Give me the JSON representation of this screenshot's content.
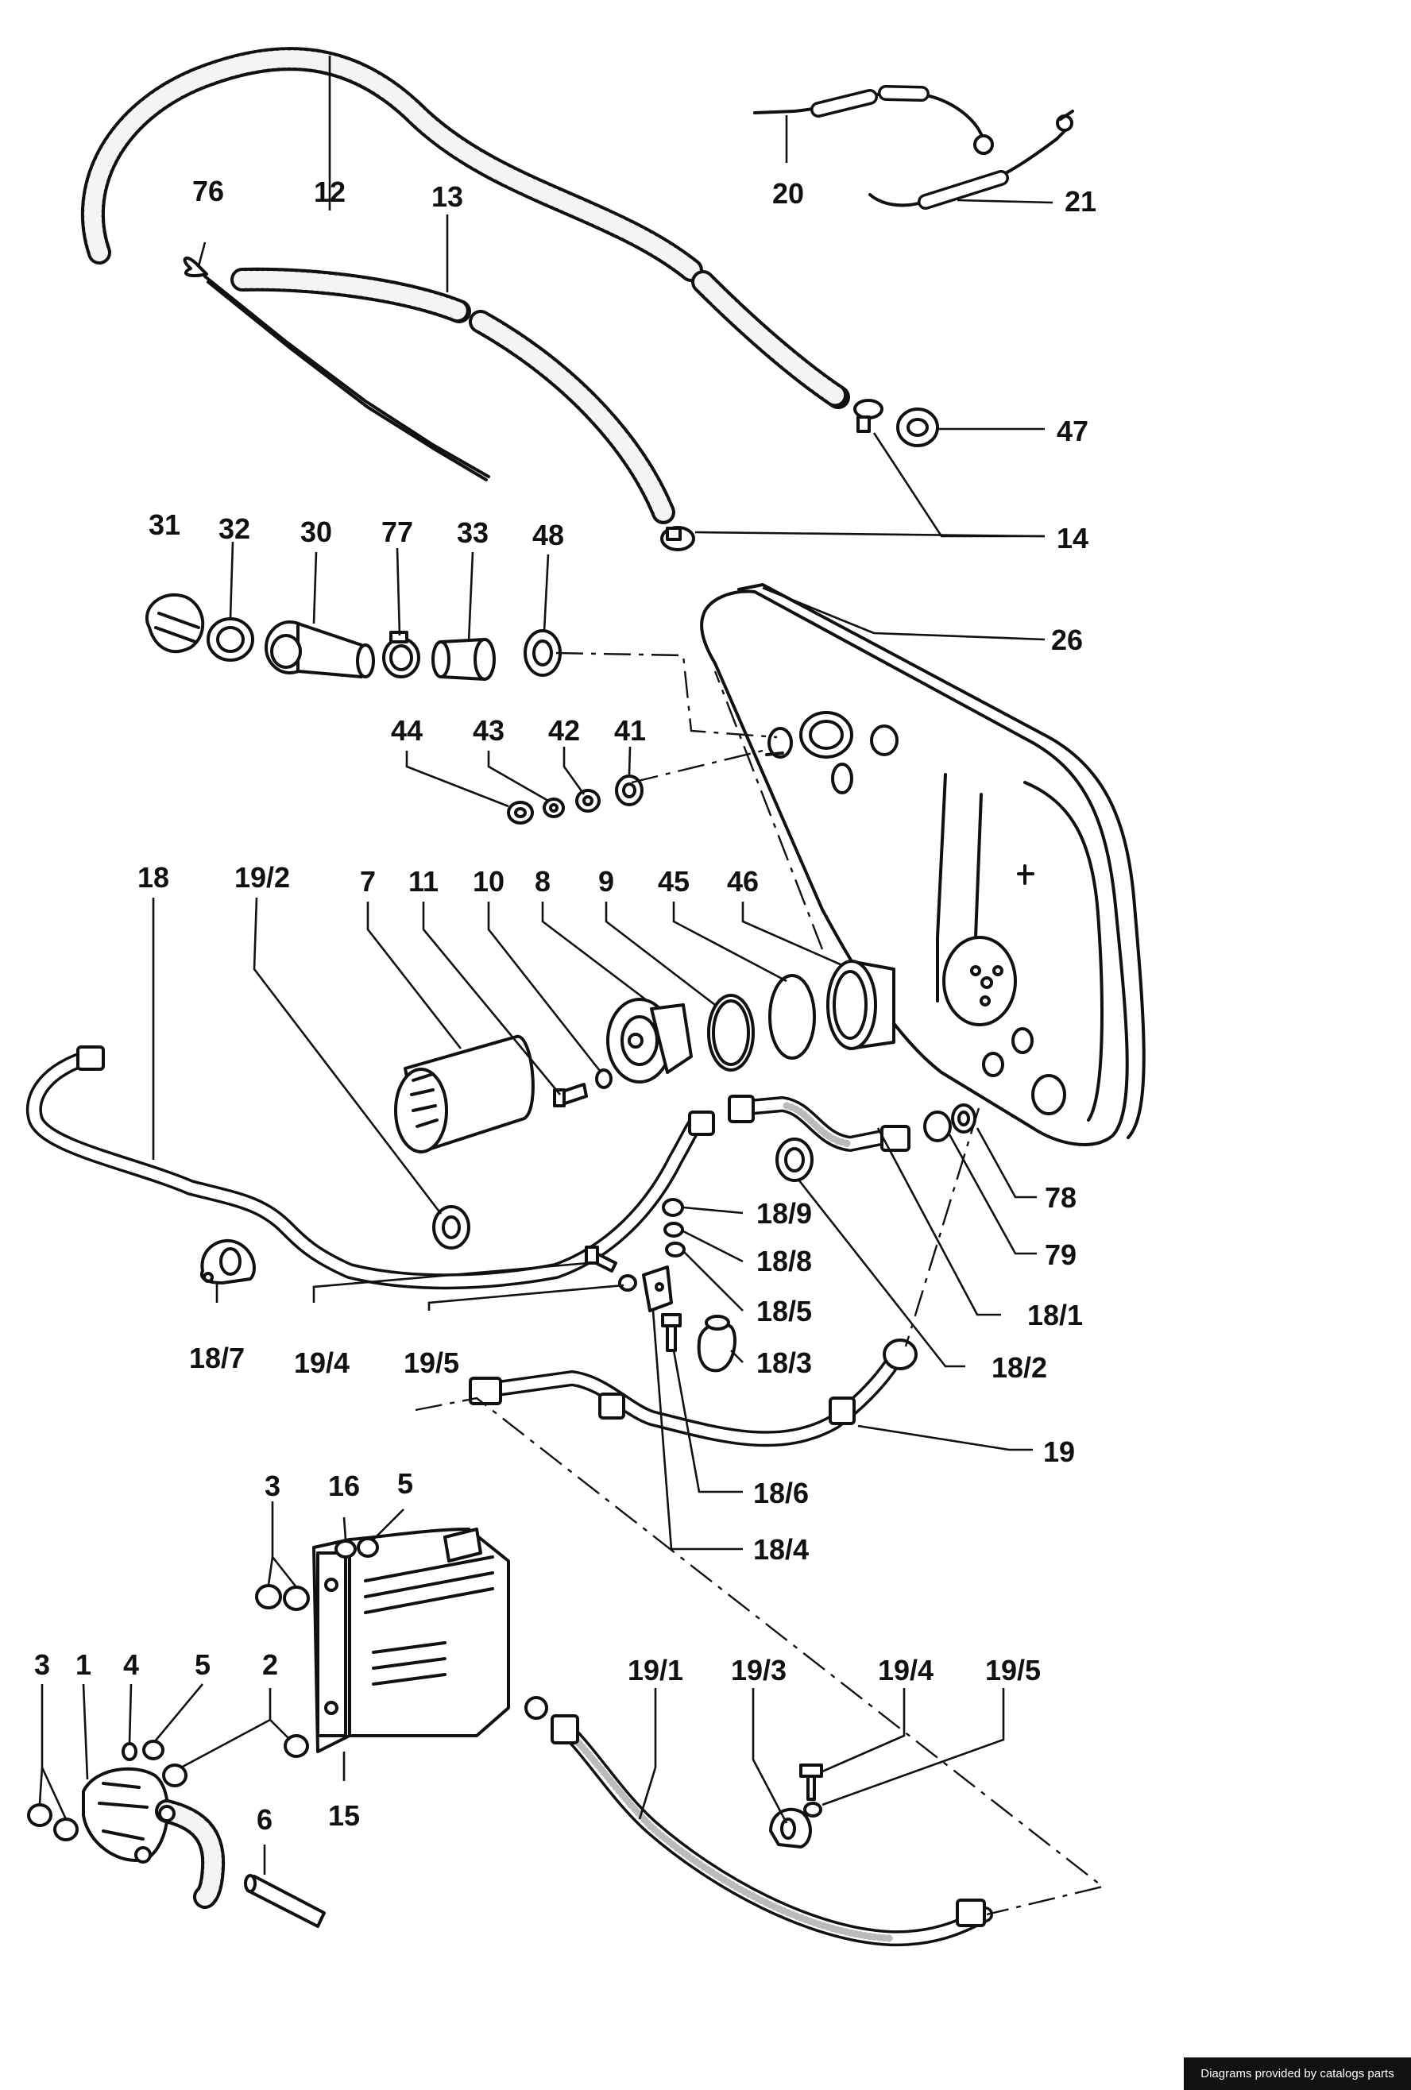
{
  "callouts": {
    "c12": "12",
    "c13": "13",
    "c76": "76",
    "c20": "20",
    "c21": "21",
    "c47": "47",
    "c14": "14",
    "c31": "31",
    "c32": "32",
    "c30": "30",
    "c77": "77",
    "c33": "33",
    "c48": "48",
    "c26": "26",
    "c44": "44",
    "c43": "43",
    "c42": "42",
    "c41": "41",
    "c18": "18",
    "c19_2": "19/2",
    "c7": "7",
    "c11": "11",
    "c10": "10",
    "c8": "8",
    "c9": "9",
    "c45": "45",
    "c46": "46",
    "c78": "78",
    "c79": "79",
    "c18_9": "18/9",
    "c18_8": "18/8",
    "c18_5": "18/5",
    "c18_1": "18/1",
    "c18_3": "18/3",
    "c18_2": "18/2",
    "c18_7": "18/7",
    "c19_4": "19/4",
    "c19_5": "19/5",
    "c19": "19",
    "c18_6": "18/6",
    "c18_4": "18/4",
    "c3a": "3",
    "c16": "16",
    "c5a": "5",
    "c3b": "3",
    "c1": "1",
    "c4": "4",
    "c5b": "5",
    "c2": "2",
    "c15": "15",
    "c6": "6",
    "c19_1": "19/1",
    "c19_3": "19/3",
    "c19_4b": "19/4",
    "c19_5b": "19/5"
  },
  "credit": "Diagrams provided by catalogs parts"
}
